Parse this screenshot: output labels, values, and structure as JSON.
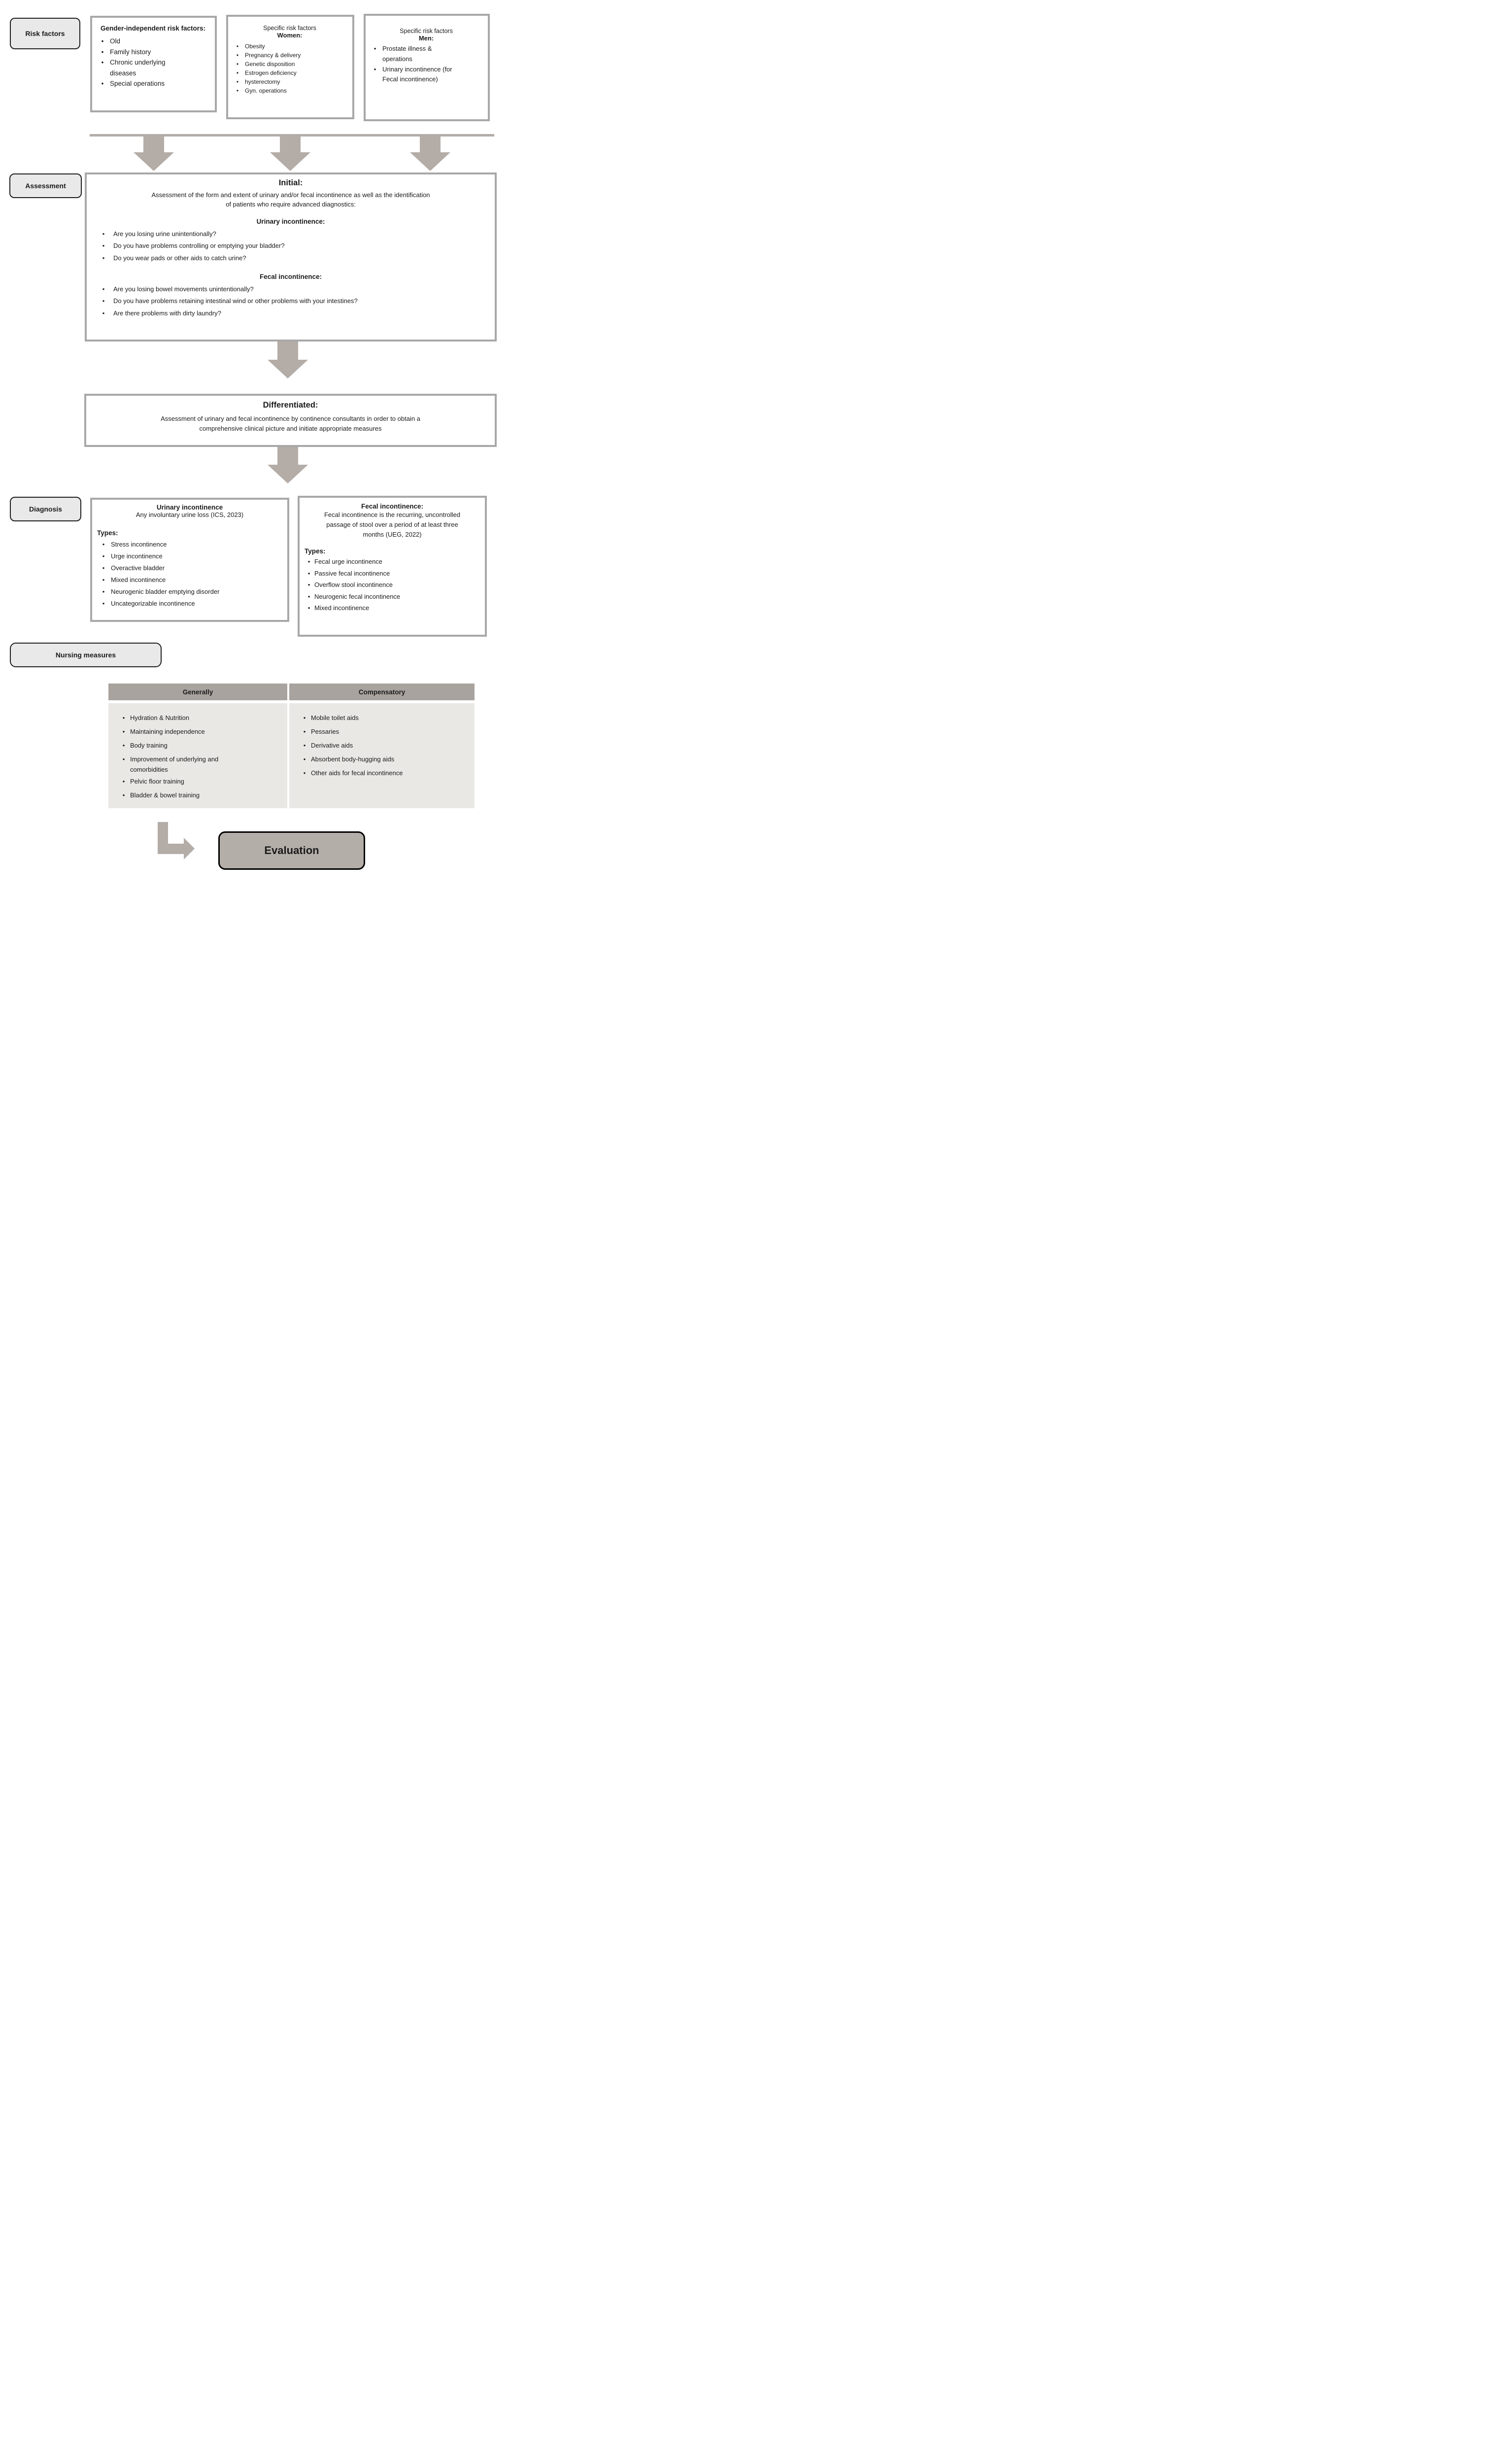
{
  "colors": {
    "arrow": "#b3aca7",
    "box_border": "#a8a8a8",
    "label_bg": "#e9e9e9",
    "label_border": "#1f1f1f",
    "header_bg": "#a9a39f",
    "body_bg": "#e9e8e5",
    "eval_bg": "#b4aea9"
  },
  "stages": {
    "risk": "Risk factors",
    "assessment": "Assessment",
    "diagnosis": "Diagnosis",
    "nursing": "Nursing measures"
  },
  "risk_boxes": {
    "gender": {
      "heading": "Gender-independent risk factors:",
      "items": [
        "Old",
        "Family history",
        "Chronic underlying diseases",
        "Special operations"
      ]
    },
    "women": {
      "heading_line1": "Specific risk factors",
      "heading_line2": "Women:",
      "items": [
        "Obesity",
        "Pregnancy & delivery",
        "Genetic disposition",
        "Estrogen deficiency",
        "hysterectomy",
        "Gyn. operations"
      ]
    },
    "men": {
      "heading_line1": "Specific risk factors",
      "heading_line2": "Men:",
      "items": [
        "Prostate illness & operations",
        "Urinary incontinence (for Fecal incontinence)"
      ]
    }
  },
  "initial": {
    "title": "Initial:",
    "description": "Assessment of the form and extent of urinary and/or fecal incontinence as well as the identification of patients who require advanced diagnostics:",
    "urinary_heading": "Urinary incontinence:",
    "urinary_questions": [
      "Are you losing urine unintentionally?",
      "Do you have problems controlling or emptying your bladder?",
      "Do you wear pads or other aids to catch urine?"
    ],
    "fecal_heading": "Fecal incontinence:",
    "fecal_questions": [
      "Are you losing bowel movements unintentionally?",
      "Do you have problems retaining intestinal wind or other problems with your intestines?",
      "Are there problems with dirty laundry?"
    ]
  },
  "differentiated": {
    "title": "Differentiated:",
    "description": "Assessment of urinary and fecal incontinence by continence consultants in order to obtain a comprehensive clinical picture and initiate appropriate measures"
  },
  "diagnosis": {
    "urinary": {
      "title": "Urinary incontinence",
      "definition": "Any involuntary urine loss (ICS, 2023)",
      "types_label": "Types:",
      "types": [
        "Stress incontinence",
        "Urge incontinence",
        "Overactive bladder",
        "Mixed incontinence",
        "Neurogenic bladder emptying disorder",
        "Uncategorizable incontinence"
      ]
    },
    "fecal": {
      "title": "Fecal incontinence:",
      "definition": "Fecal incontinence is the recurring, uncontrolled passage of stool over a period of at least three months (UEG, 2022)",
      "types_label": "Types:",
      "types": [
        "Fecal urge incontinence",
        "Passive fecal incontinence",
        "Overflow stool incontinence",
        "Neurogenic fecal incontinence",
        "Mixed incontinence"
      ]
    }
  },
  "nursing_table": {
    "headers": [
      "Generally",
      "Compensatory"
    ],
    "generally": [
      "Hydration & Nutrition",
      "Maintaining independence",
      "Body training",
      "Improvement of underlying and comorbidities",
      "Pelvic floor training",
      "Bladder & bowel training"
    ],
    "compensatory": [
      "Mobile toilet aids",
      "Pessaries",
      "Derivative aids",
      "Absorbent body-hugging aids",
      "Other aids for fecal incontinence"
    ]
  },
  "evaluation": "Evaluation"
}
